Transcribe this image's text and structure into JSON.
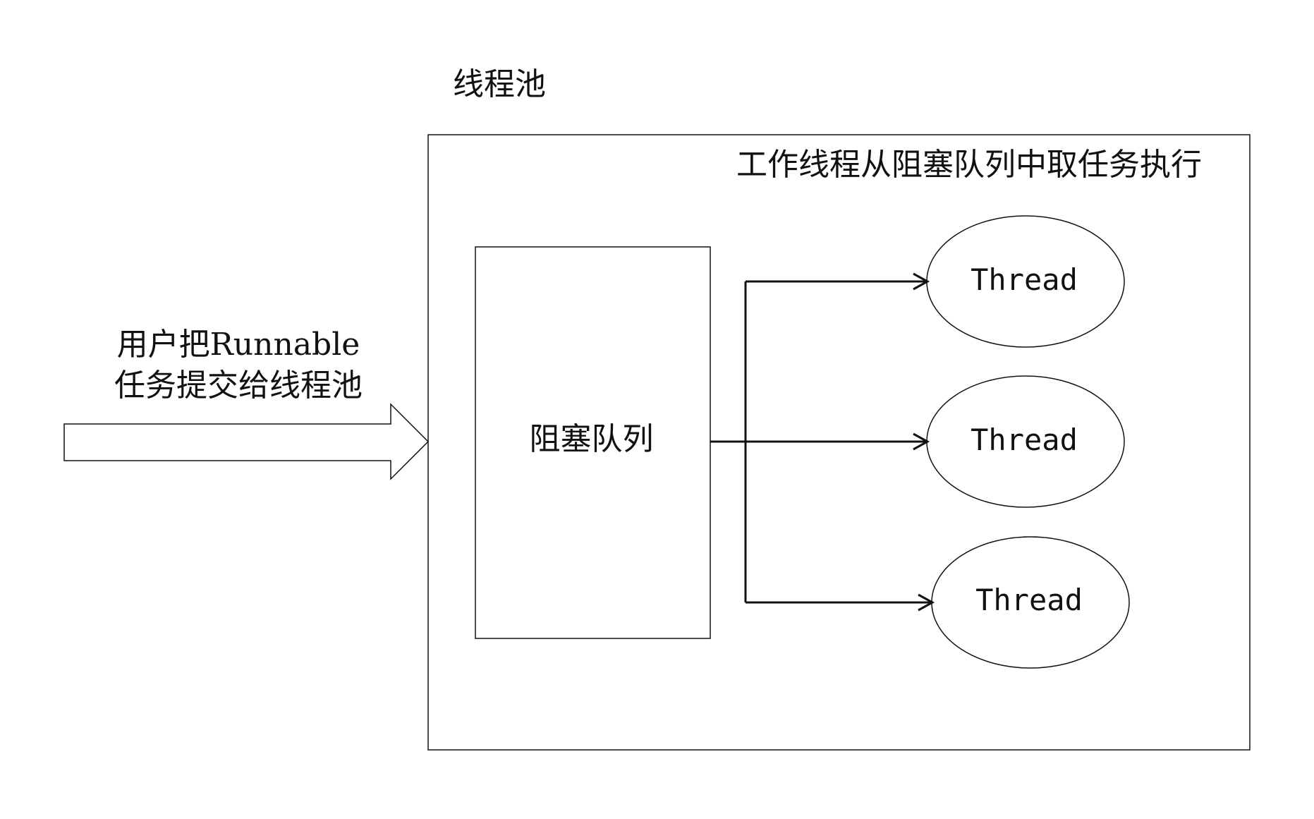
{
  "diagram": {
    "pool_title": "线程池",
    "worker_caption": "工作线程从阻塞队列中取任务执行",
    "submit_caption_line1": "用户把Runnable",
    "submit_caption_line2": "任务提交给线程池",
    "queue_label": "阻塞队列",
    "threads": [
      {
        "label": "Thread"
      },
      {
        "label": "Thread"
      },
      {
        "label": "Thread"
      }
    ]
  },
  "colors": {
    "stroke": "#111111",
    "background": "#ffffff"
  }
}
